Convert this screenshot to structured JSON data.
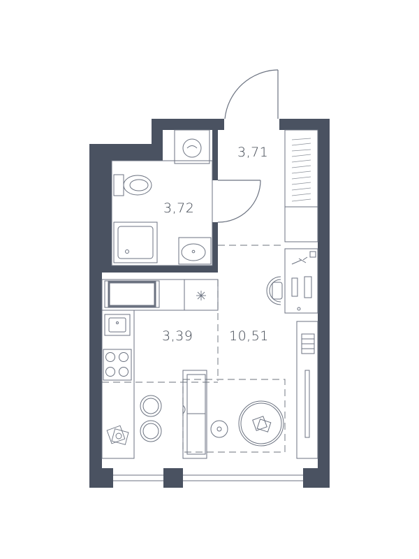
{
  "colors": {
    "wall": "#4a5261",
    "line": "#6b7280",
    "dashed": "#8a8f98",
    "text": "#3f4651"
  },
  "rooms": {
    "hallway": {
      "area": "3,71"
    },
    "bathroom": {
      "area": "3,72"
    },
    "kitchen": {
      "area": "3,39"
    },
    "living": {
      "area": "10,51"
    }
  }
}
